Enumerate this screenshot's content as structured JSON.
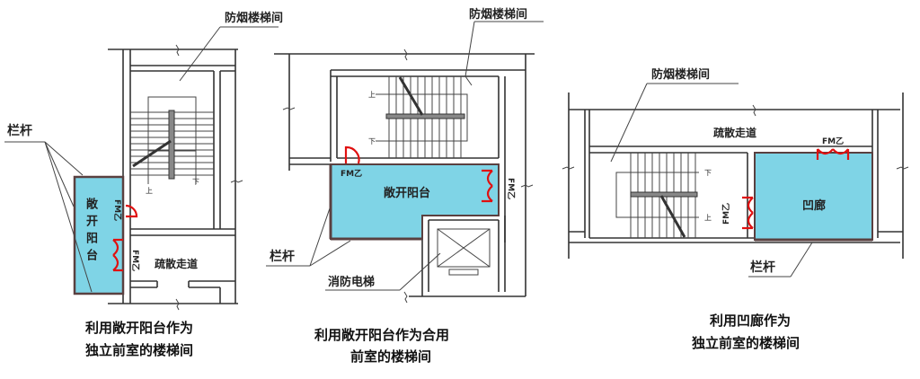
{
  "colors": {
    "balcony": "#7fd4e6",
    "door": "#e01010",
    "wall": "#333333"
  },
  "diagrams": [
    {
      "stair_label": "防烟楼梯间",
      "railing_label": "栏杆",
      "balcony_label": "敞开阳台",
      "door_label_1": "FM乙",
      "door_label_2": "FM乙",
      "corridor_label": "疏散走道",
      "up": "上",
      "down": "下",
      "caption_line1": "利用敞开阳台作为",
      "caption_line2": "独立前室的楼梯间"
    },
    {
      "stair_label": "防烟楼梯间",
      "railing_label": "栏杆",
      "balcony_label": "敞开阳台",
      "door_label_1": "FM乙",
      "door_label_2": "FM乙",
      "elevator_label": "消防电梯",
      "up": "上",
      "down": "下",
      "caption_line1": "利用敞开阳台作为合用",
      "caption_line2": "前室的楼梯间"
    },
    {
      "stair_label": "防烟楼梯间",
      "railing_label": "栏杆",
      "alcove_label": "凹廊",
      "door_label_1": "FM乙",
      "door_label_2": "FM乙",
      "corridor_label": "疏散走道",
      "up": "上",
      "down": "下",
      "caption_line1": "利用凹廊作为",
      "caption_line2": "独立前室的楼梯间"
    }
  ]
}
